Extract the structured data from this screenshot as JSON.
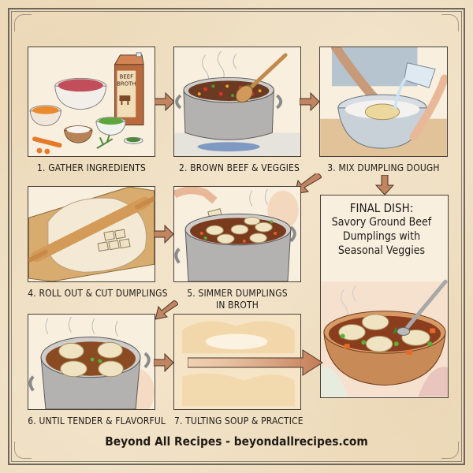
{
  "infographic": {
    "steps": [
      {
        "number": 1,
        "label": "1. GATHER INGREDIENTS"
      },
      {
        "number": 2,
        "label": "2. BROWN BEEF & VEGGIES"
      },
      {
        "number": 3,
        "label": "3. MIX DUMPLING DOUGH"
      },
      {
        "number": 4,
        "label": "4. ROLL OUT & CUT DUMPLINGS"
      },
      {
        "number": 5,
        "label_line1": "5. SIMMER DUMPLINGS",
        "label_line2": "IN BROTH"
      },
      {
        "number": 6,
        "label": "6. UNTIL TENDER & FLAVORFUL"
      },
      {
        "number": 7,
        "label": "7. TULTING SOUP & PRACTICE"
      }
    ],
    "ingredients_illustration": {
      "broth_carton_label_line1": "BEEF",
      "broth_carton_label_line2": "BROTH",
      "items": [
        "ground beef",
        "beef broth",
        "diced carrots",
        "flour",
        "peas",
        "herbs",
        "carrot"
      ]
    },
    "final_dish": {
      "heading": "FINAL DISH:",
      "line1": "Savory Ground Beef",
      "line2": "Dumplings with",
      "line3": "Seasonal Veggies"
    },
    "footer": {
      "text": "Beyond All Recipes - beyondallrecipes.com"
    },
    "colors": {
      "paper": "#f3e6cf",
      "border": "#4a4038",
      "arrow": "#b8714e",
      "broth": "#8a4a25",
      "dumpling": "#efe3c2",
      "pot_steel": "#a9a8a6"
    }
  }
}
